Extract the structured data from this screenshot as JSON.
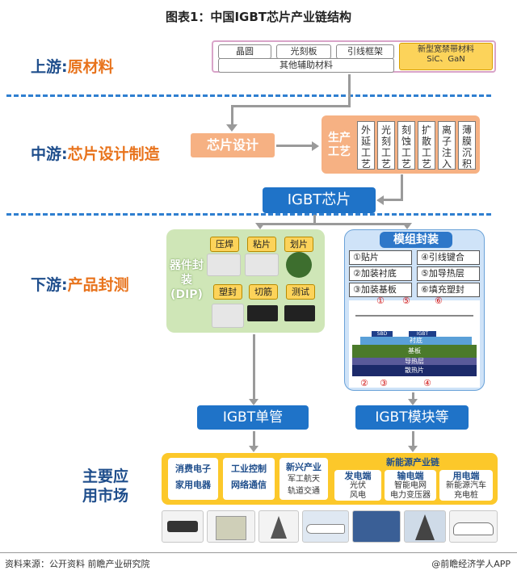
{
  "title": "图表1：中国IGBT芯片产业链结构",
  "stages": {
    "upstream": {
      "prefix": "上游:",
      "name": "原材料"
    },
    "midstream": {
      "prefix": "中游:",
      "name": "芯片设计制造"
    },
    "downstream": {
      "prefix": "下游:",
      "name": "产品封测"
    },
    "market": "主要应用市场"
  },
  "materials": {
    "items": [
      "晶圆",
      "光刻板",
      "引线框架"
    ],
    "wide": "新型宽禁带材料",
    "wide_sub": "SiC、GaN",
    "aux": "其他辅助材料"
  },
  "mid": {
    "design": "芯片设计",
    "process_label": "生产工艺",
    "processes": [
      "外延工艺",
      "光刻工艺",
      "刻蚀工艺",
      "扩散工艺",
      "离子注入",
      "薄膜沉积"
    ]
  },
  "igbt_chip": "IGBT芯片",
  "dip": {
    "label": "器件封装(DIP)",
    "steps": [
      "压焊",
      "粘片",
      "划片",
      "塑封",
      "切筋",
      "测试"
    ]
  },
  "module": {
    "title": "模组封装",
    "steps": [
      "①贴片",
      "④引线键合",
      "②加装衬底",
      "⑤加导热层",
      "③加装基板",
      "⑥填充塑封"
    ],
    "layers": [
      "衬底",
      "基板",
      "导热层",
      "散热片"
    ],
    "chips": [
      "SBD",
      "IGBT"
    ],
    "markers": [
      "①",
      "⑤",
      "⑥",
      "②",
      "③",
      "④"
    ]
  },
  "products": {
    "single": "IGBT单管",
    "module": "IGBT模块等"
  },
  "market": {
    "consumer": {
      "title": "消费电子",
      "sub": "家用电器"
    },
    "industrial": {
      "title": "工业控制",
      "sub": "网络通信"
    },
    "emerging": {
      "title": "新兴产业",
      "sub1": "军工航天",
      "sub2": "轨道交通"
    },
    "nev_title": "新能源产业链",
    "power": {
      "title": "发电端",
      "sub1": "光伏",
      "sub2": "风电"
    },
    "transmit": {
      "title": "输电端",
      "sub1": "智能电网",
      "sub2": "电力变压器"
    },
    "use": {
      "title": "用电端",
      "sub1": "新能源汽车",
      "sub2": "充电桩"
    }
  },
  "footer": {
    "source": "资料来源：公开资料 前瞻产业研究院",
    "brand": "@前瞻经济学人APP"
  },
  "colors": {
    "blue": "#1f73c8",
    "orange": "#f6b183",
    "gold": "#fcc82a",
    "green": "#cfe6b7"
  }
}
